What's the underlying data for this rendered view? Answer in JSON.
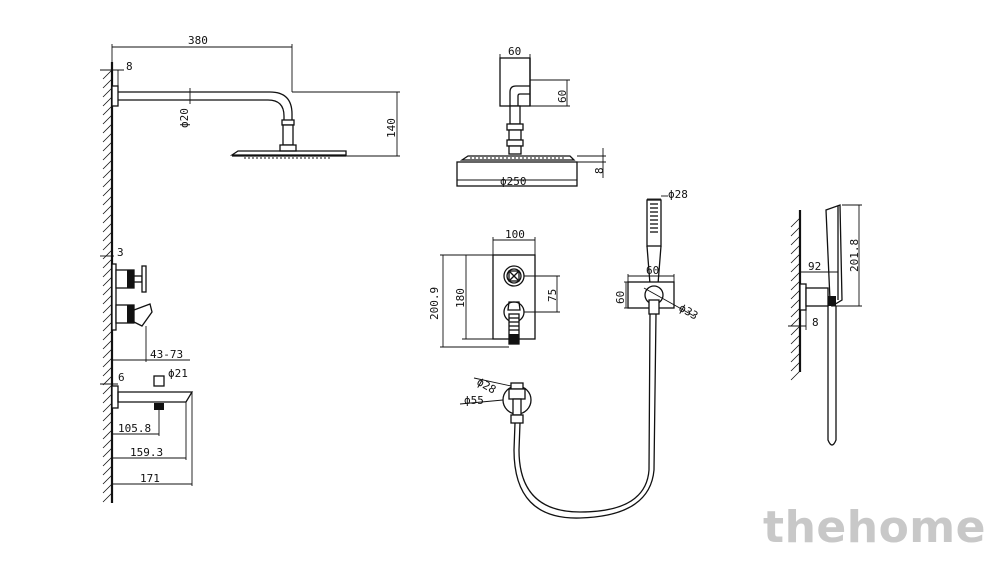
{
  "overhead_shower": {
    "arm_length": "380",
    "flange_thickness": "8",
    "arm_diameter": "ϕ20",
    "drop_height": "140"
  },
  "shower_head": {
    "wall_plate_width": "60",
    "wall_plate_height": "60",
    "head_diameter": "ϕ250",
    "head_thickness": "8"
  },
  "mixer_side": {
    "plate_thickness": "3",
    "depth_range": "43-73"
  },
  "mixer_front": {
    "plate_width": "100",
    "overall_height": "200.9",
    "plate_height": "180",
    "handle_spacing": "75"
  },
  "spout": {
    "plate_thickness": "6",
    "outlet_diameter": "ϕ21",
    "dim_1": "105.8",
    "dim_2": "159.3",
    "dim_3": "171"
  },
  "hand_shower": {
    "handle_diameter": "ϕ28",
    "holder_width": "60",
    "holder_height": "60",
    "holder_diameter": "ϕ33"
  },
  "outlet_elbow": {
    "small_diameter": "ϕ28",
    "plate_diameter": "ϕ55"
  },
  "hand_side": {
    "projection": "92",
    "length": "201.8",
    "thickness": "8"
  },
  "watermark": "thehome"
}
